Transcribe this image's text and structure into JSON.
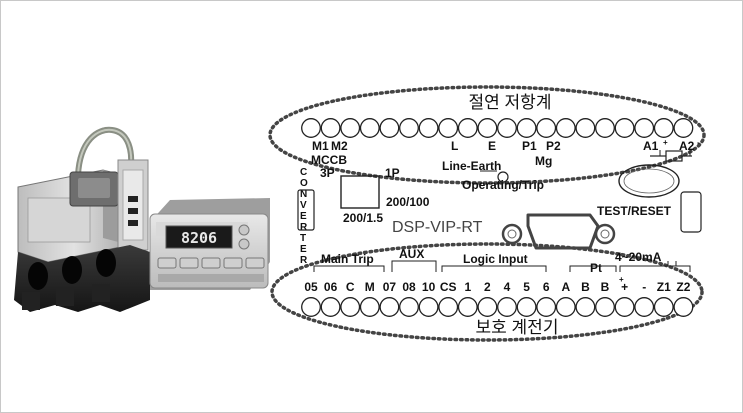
{
  "device": {
    "display_value": "8206"
  },
  "diagram": {
    "top_title": "절연 저항계",
    "bottom_title": "보호 계전기",
    "model": "DSP-VIP-RT",
    "converter": [
      "C",
      "O",
      "N",
      "V",
      "E",
      "R",
      "T",
      "E",
      "R"
    ],
    "top_labels": {
      "m1": "M1",
      "m2": "M2",
      "mccb": "MCCB",
      "p3": "3P",
      "p1": "1P",
      "rating_200_100": "200/100",
      "rating_200_15": "200/1.5",
      "l": "L",
      "e": "E",
      "p1_term": "P1",
      "p2_term": "P2",
      "mg": "Mg",
      "line_earth": "Line-Earth",
      "operating_trip": "Operating/Trip",
      "a1": "A1",
      "a1_sup": "+",
      "a2": "A2",
      "a2_sup": "-",
      "test_reset": "TEST/RESET"
    },
    "bottom_labels": {
      "main_trip": "Main Trip",
      "aux": "AUX",
      "logic_input": "Logic Input",
      "pt": "Pt",
      "current_range": "4~20mA",
      "terminals": [
        "05",
        "06",
        "C",
        "M",
        "07",
        "08",
        "10",
        "CS",
        "1",
        "2",
        "4",
        "5",
        "6",
        "A",
        "B",
        "B",
        "+",
        "-",
        "Z1",
        "Z2"
      ],
      "b_sup": "+"
    }
  }
}
